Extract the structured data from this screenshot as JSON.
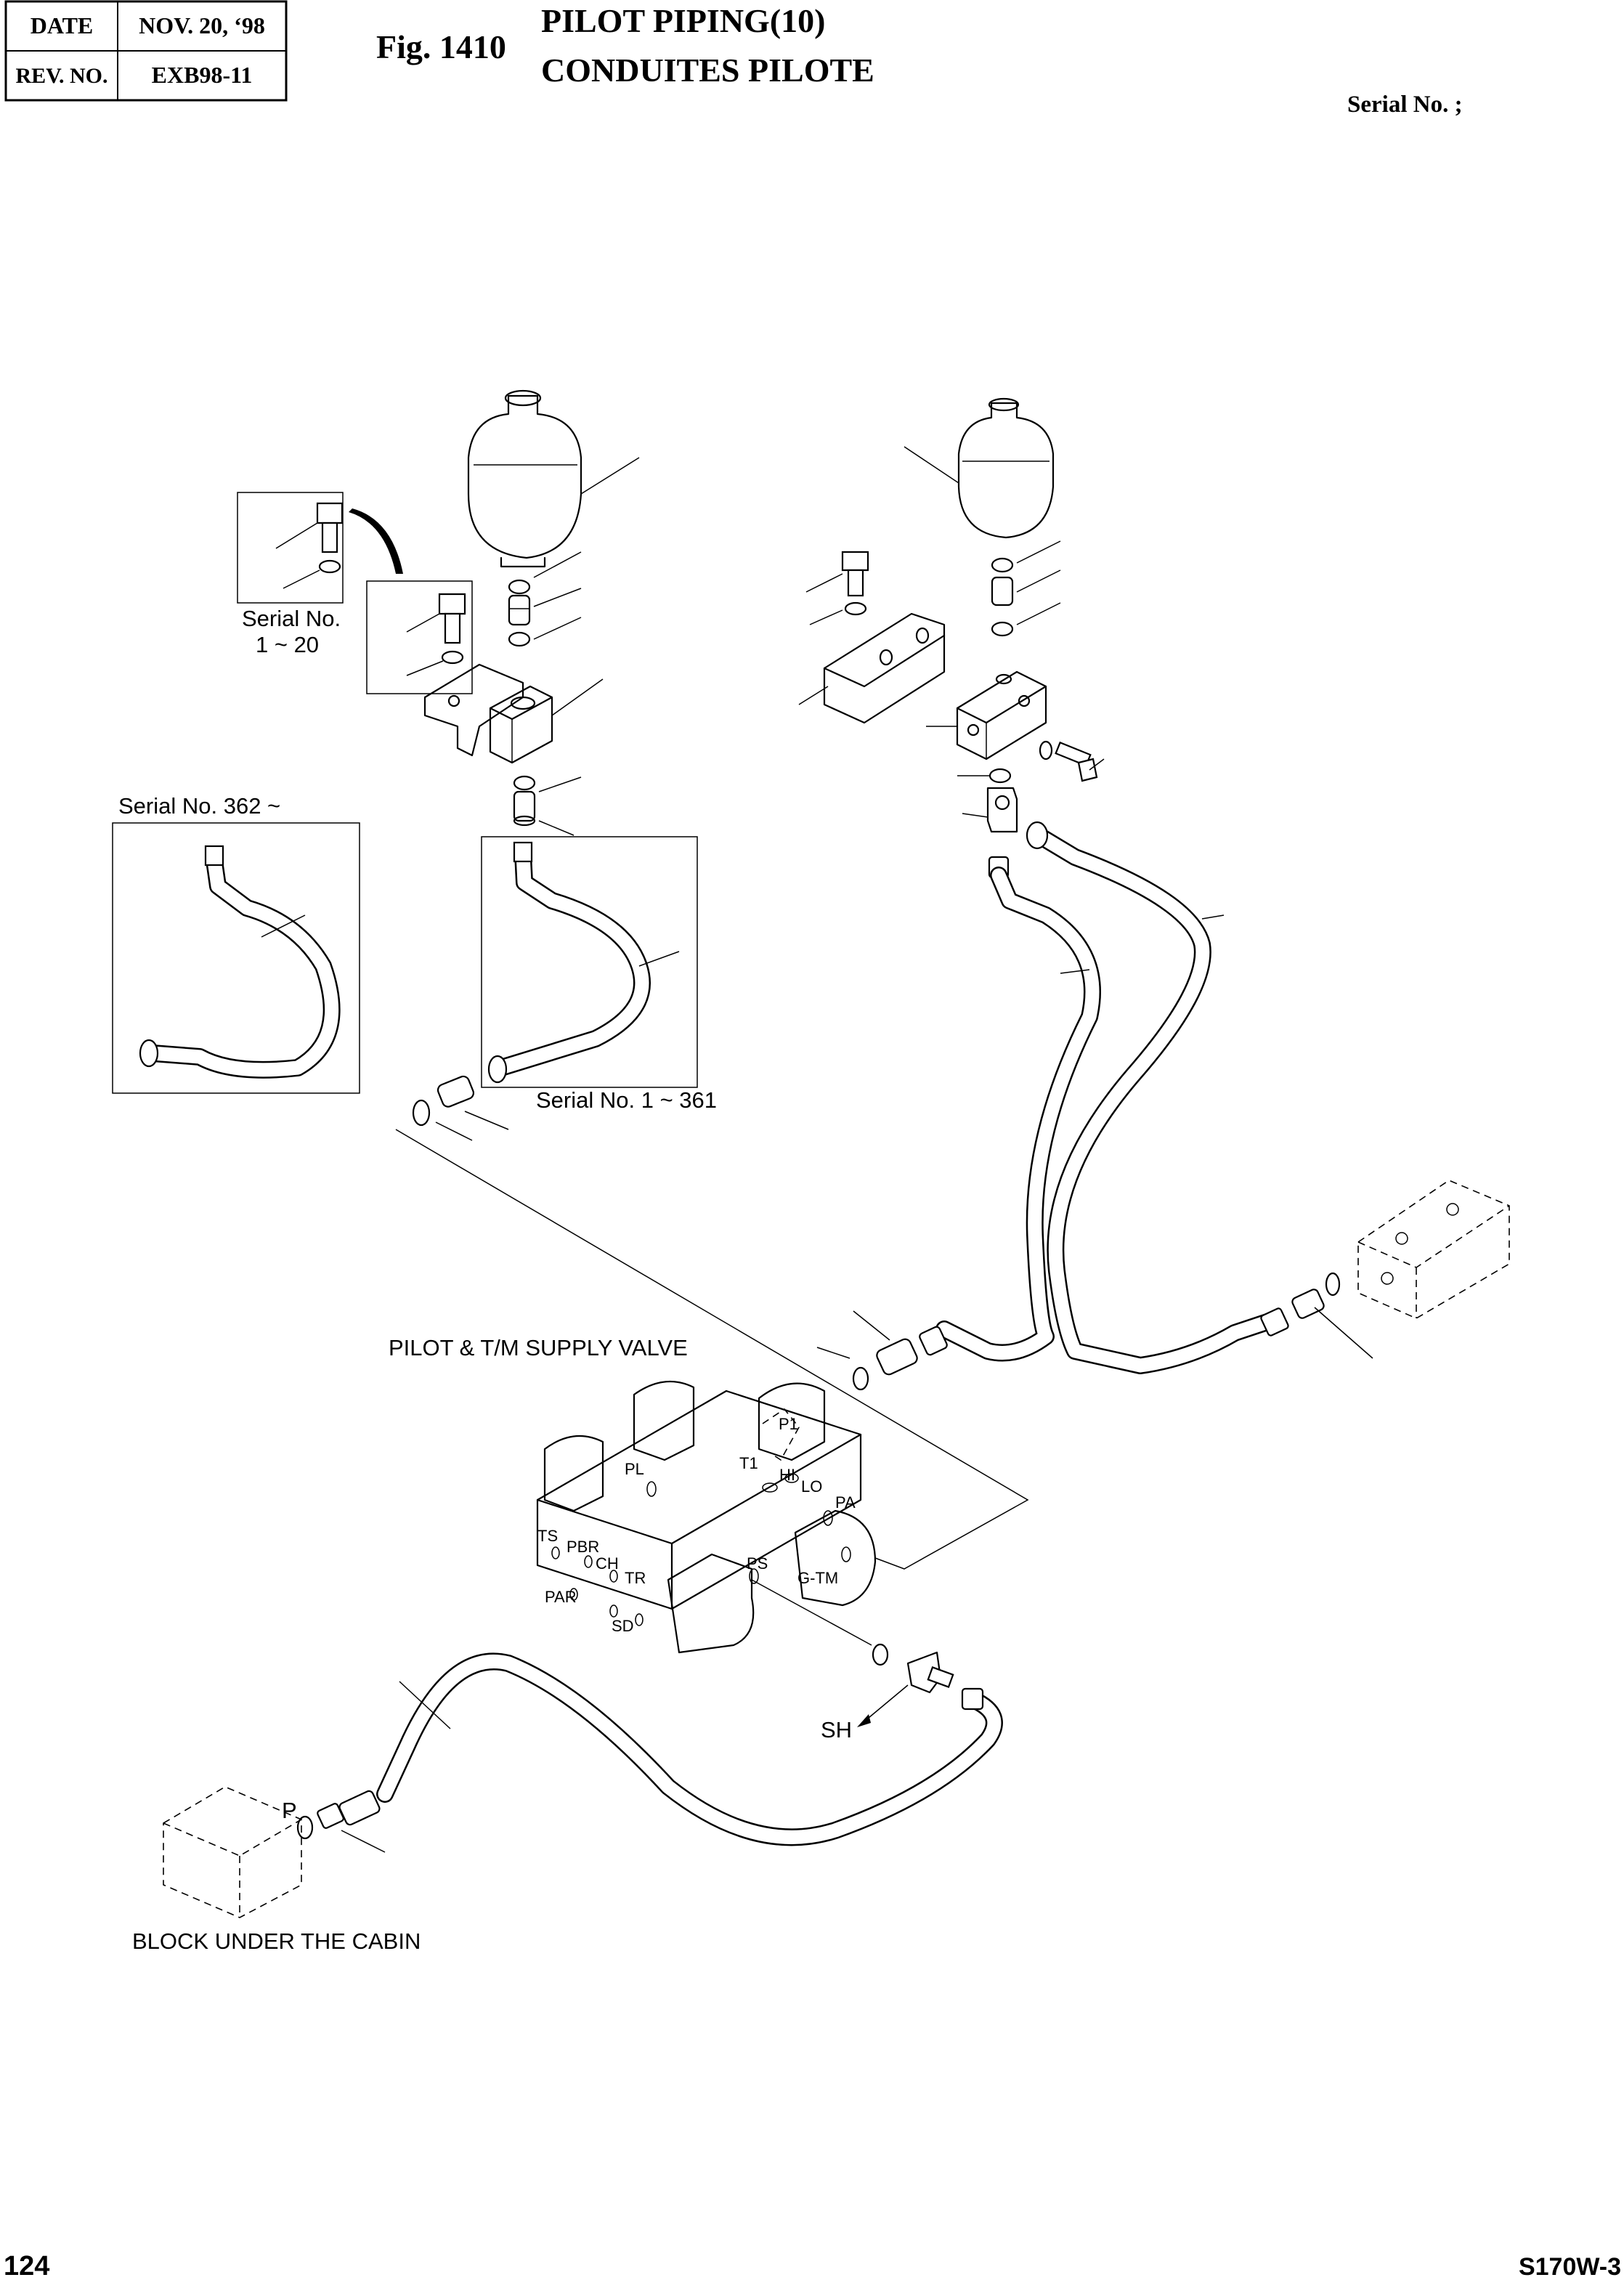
{
  "header": {
    "date_label": "DATE",
    "date_value": "NOV. 20, ‘98",
    "rev_label": "REV. NO.",
    "rev_value": "EXB98-11",
    "fig_number": "Fig. 1410",
    "title_en": "PILOT PIPING(10)",
    "title_fr": "CONDUITES PILOTE",
    "serial": "Serial No. ;"
  },
  "callouts": {
    "serial_1_20": "Serial No.",
    "serial_1_20_range": "1 ~ 20",
    "serial_362": "Serial No. 362 ~",
    "serial_1_361": "Serial No. 1 ~ 361",
    "supply_valve": "PILOT & T/M SUPPLY VALVE",
    "block_cabin": "BLOCK UNDER THE CABIN",
    "sh": "SH",
    "p": "P"
  },
  "ports": {
    "p1": "P1",
    "t1": "T1",
    "hi": "HI",
    "lo": "LO",
    "pl": "PL",
    "pa": "PA",
    "ts": "TS",
    "pbr": "PBR",
    "ch": "CH",
    "tr": "TR",
    "par": "PAR",
    "sd": "SD",
    "ps": "PS",
    "gtm": "G-TM"
  },
  "footer": {
    "page_number": "124",
    "model": "S170W-3"
  }
}
